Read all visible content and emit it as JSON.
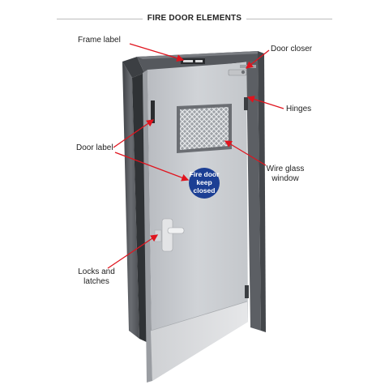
{
  "title": "FIRE DOOR ELEMENTS",
  "labels": {
    "frame_label": "Frame label",
    "door_closer": "Door closer",
    "hinges": "Hinges",
    "door_label": "Door label",
    "wire_glass_line1": "Wire glass",
    "wire_glass_line2": "window",
    "locks_line1": "Locks and",
    "locks_line2": "latches"
  },
  "sign": {
    "line1": "Fire door",
    "line2": "keep",
    "line3": "closed"
  },
  "colors": {
    "arrow": "#e0141e",
    "frame": "#5a5d62",
    "door": "#c9ccd0",
    "sign": "#1c3f94",
    "text": "#222222"
  }
}
